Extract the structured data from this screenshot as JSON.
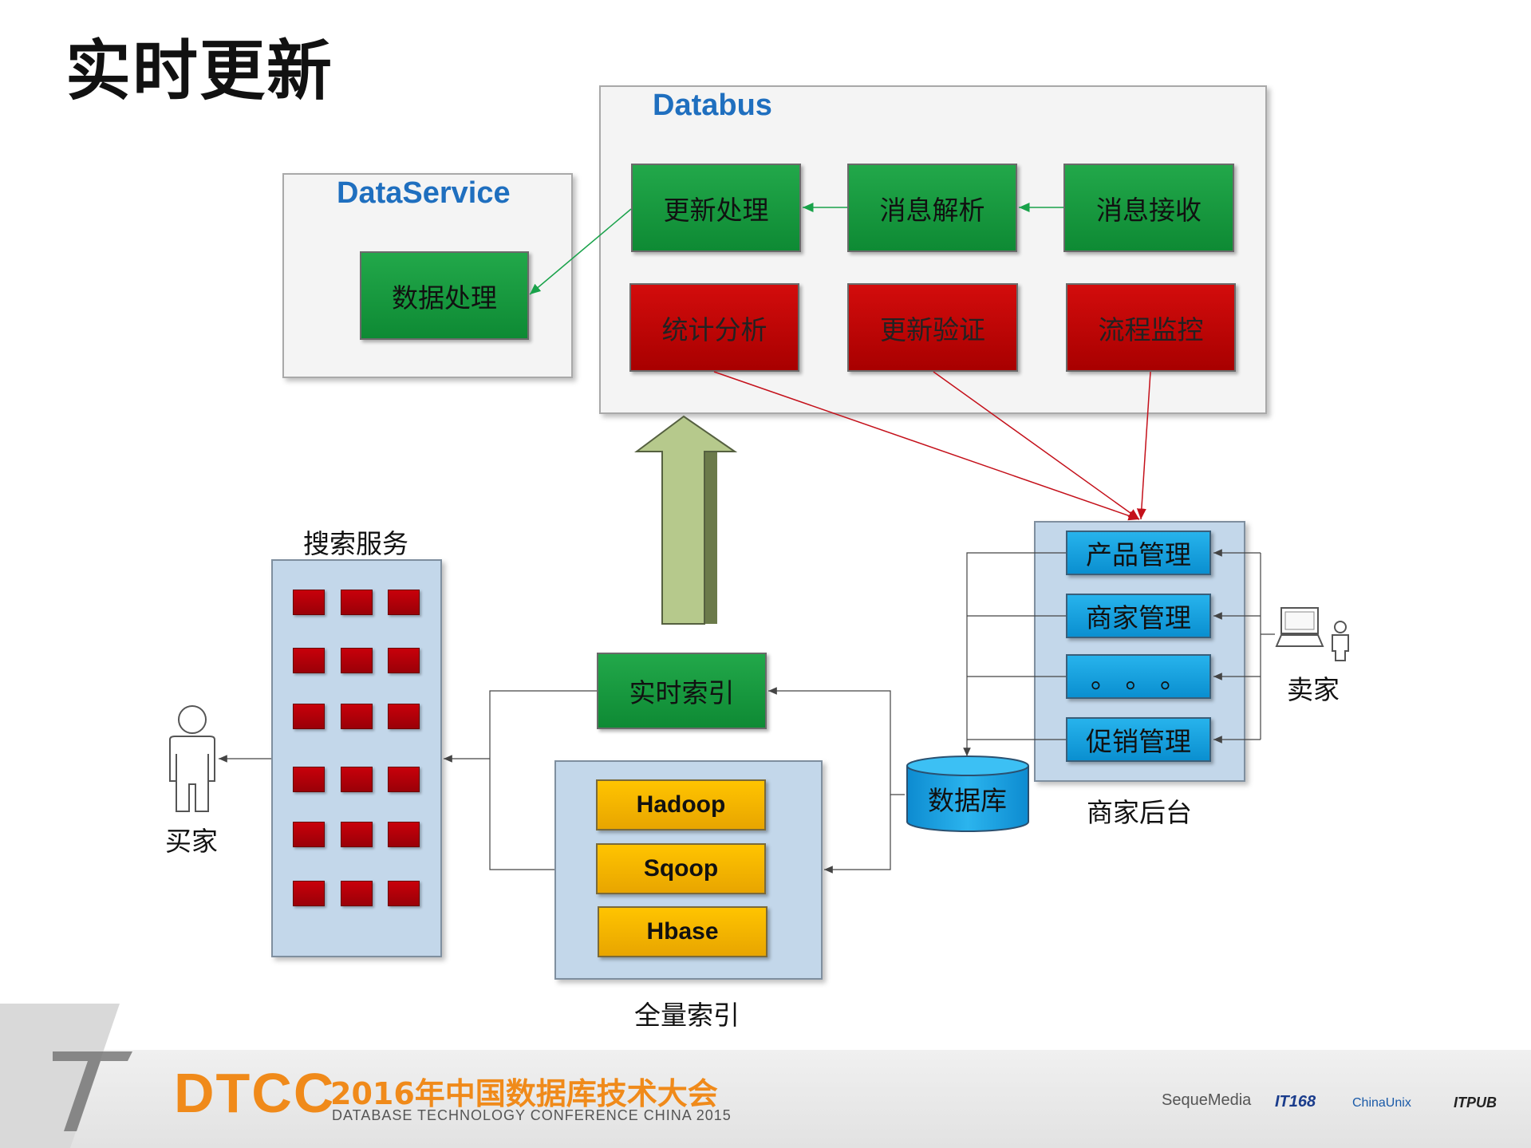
{
  "title": "实时更新",
  "databus": {
    "title": "Databus",
    "green_row": [
      "更新处理",
      "消息解析",
      "消息接收"
    ],
    "red_row": [
      "统计分析",
      "更新验证",
      "流程监控"
    ]
  },
  "dataservice": {
    "title": "DataService",
    "box": "数据处理"
  },
  "search_service": {
    "label": "搜索服务"
  },
  "buyer": {
    "label": "买家"
  },
  "realtime_index": {
    "label": "实时索引"
  },
  "full_index": {
    "label": "全量索引",
    "items": [
      "Hadoop",
      "Sqoop",
      "Hbase"
    ]
  },
  "database": {
    "label": "数据库"
  },
  "merchant_backend": {
    "label": "商家后台",
    "items": [
      "产品管理",
      "商家管理",
      "。 。 。",
      "促销管理"
    ]
  },
  "seller": {
    "label": "卖家"
  },
  "footer": {
    "dtcc": "DTCC",
    "conf_cn": "2016年中国数据库技术大会",
    "conf_en": "DATABASE TECHNOLOGY CONFERENCE CHINA 2015",
    "sponsors": [
      "SequeMedia",
      "IT168",
      "ChinaUnix",
      "ITPUB"
    ]
  },
  "colors": {
    "green": "#169c3e",
    "red": "#b80000",
    "blue": "#1aa3e0",
    "gold": "#f5b700",
    "panel_title": "#1f6fbf",
    "dtcc_orange": "#f08a1a"
  }
}
